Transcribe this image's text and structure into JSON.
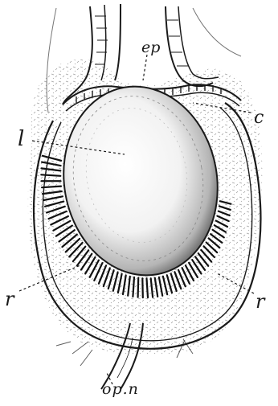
{
  "figure": {
    "labels": {
      "epidermis": "ep",
      "cornea": "c",
      "lens": "l",
      "retina_left": "r",
      "retina_right": "r",
      "optic_nerve": "op.n"
    }
  },
  "colors": {
    "ink": "#1a1a1a",
    "paper": "#ffffff"
  }
}
